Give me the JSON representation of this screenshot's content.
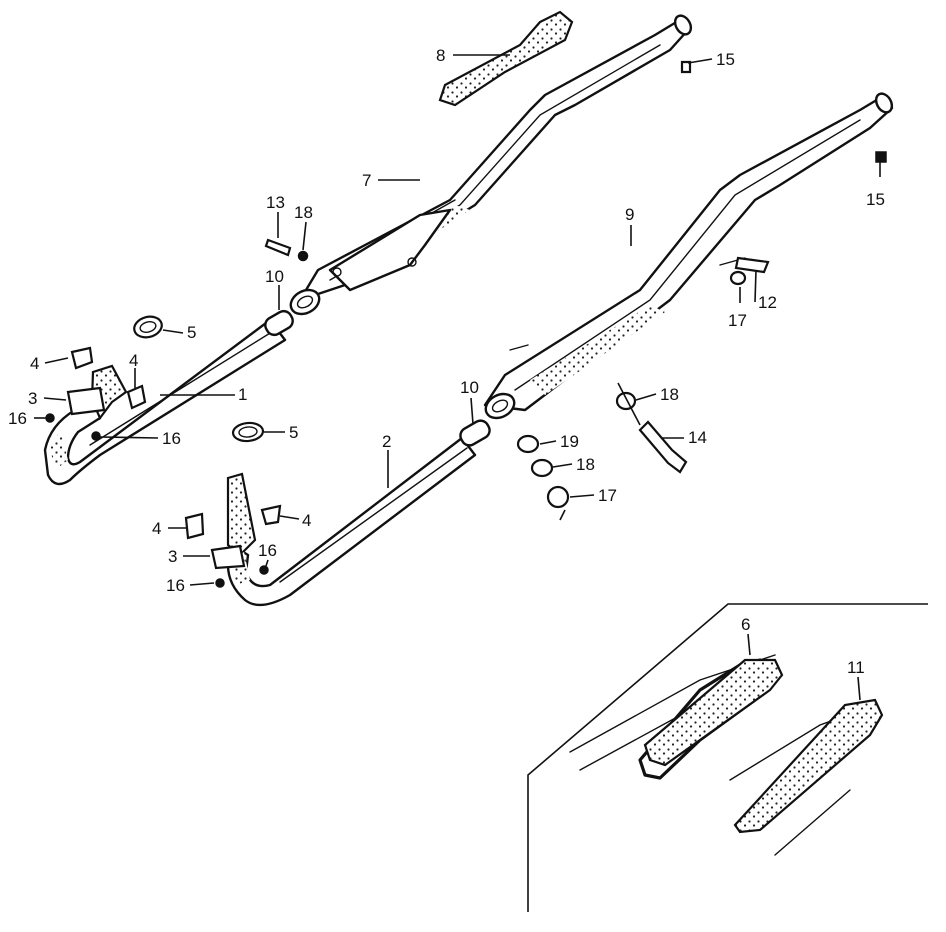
{
  "callouts": [
    {
      "id": "c1",
      "text": "1"
    },
    {
      "id": "c2",
      "text": "2"
    },
    {
      "id": "c3a",
      "text": "3"
    },
    {
      "id": "c3b",
      "text": "3"
    },
    {
      "id": "c4a",
      "text": "4"
    },
    {
      "id": "c4b",
      "text": "4"
    },
    {
      "id": "c4c",
      "text": "4"
    },
    {
      "id": "c4d",
      "text": "4"
    },
    {
      "id": "c5a",
      "text": "5"
    },
    {
      "id": "c5b",
      "text": "5"
    },
    {
      "id": "c6",
      "text": "6"
    },
    {
      "id": "c7",
      "text": "7"
    },
    {
      "id": "c8",
      "text": "8"
    },
    {
      "id": "c9",
      "text": "9"
    },
    {
      "id": "c10a",
      "text": "10"
    },
    {
      "id": "c10b",
      "text": "10"
    },
    {
      "id": "c11",
      "text": "11"
    },
    {
      "id": "c12",
      "text": "12"
    },
    {
      "id": "c13",
      "text": "13"
    },
    {
      "id": "c14",
      "text": "14"
    },
    {
      "id": "c15a",
      "text": "15"
    },
    {
      "id": "c15b",
      "text": "15"
    },
    {
      "id": "c16a",
      "text": "16"
    },
    {
      "id": "c16b",
      "text": "16"
    },
    {
      "id": "c16c",
      "text": "16"
    },
    {
      "id": "c16d",
      "text": "16"
    },
    {
      "id": "c17a",
      "text": "17"
    },
    {
      "id": "c17b",
      "text": "17"
    },
    {
      "id": "c18a",
      "text": "18"
    },
    {
      "id": "c18b",
      "text": "18"
    },
    {
      "id": "c18c",
      "text": "18"
    },
    {
      "id": "c19",
      "text": "19"
    }
  ]
}
